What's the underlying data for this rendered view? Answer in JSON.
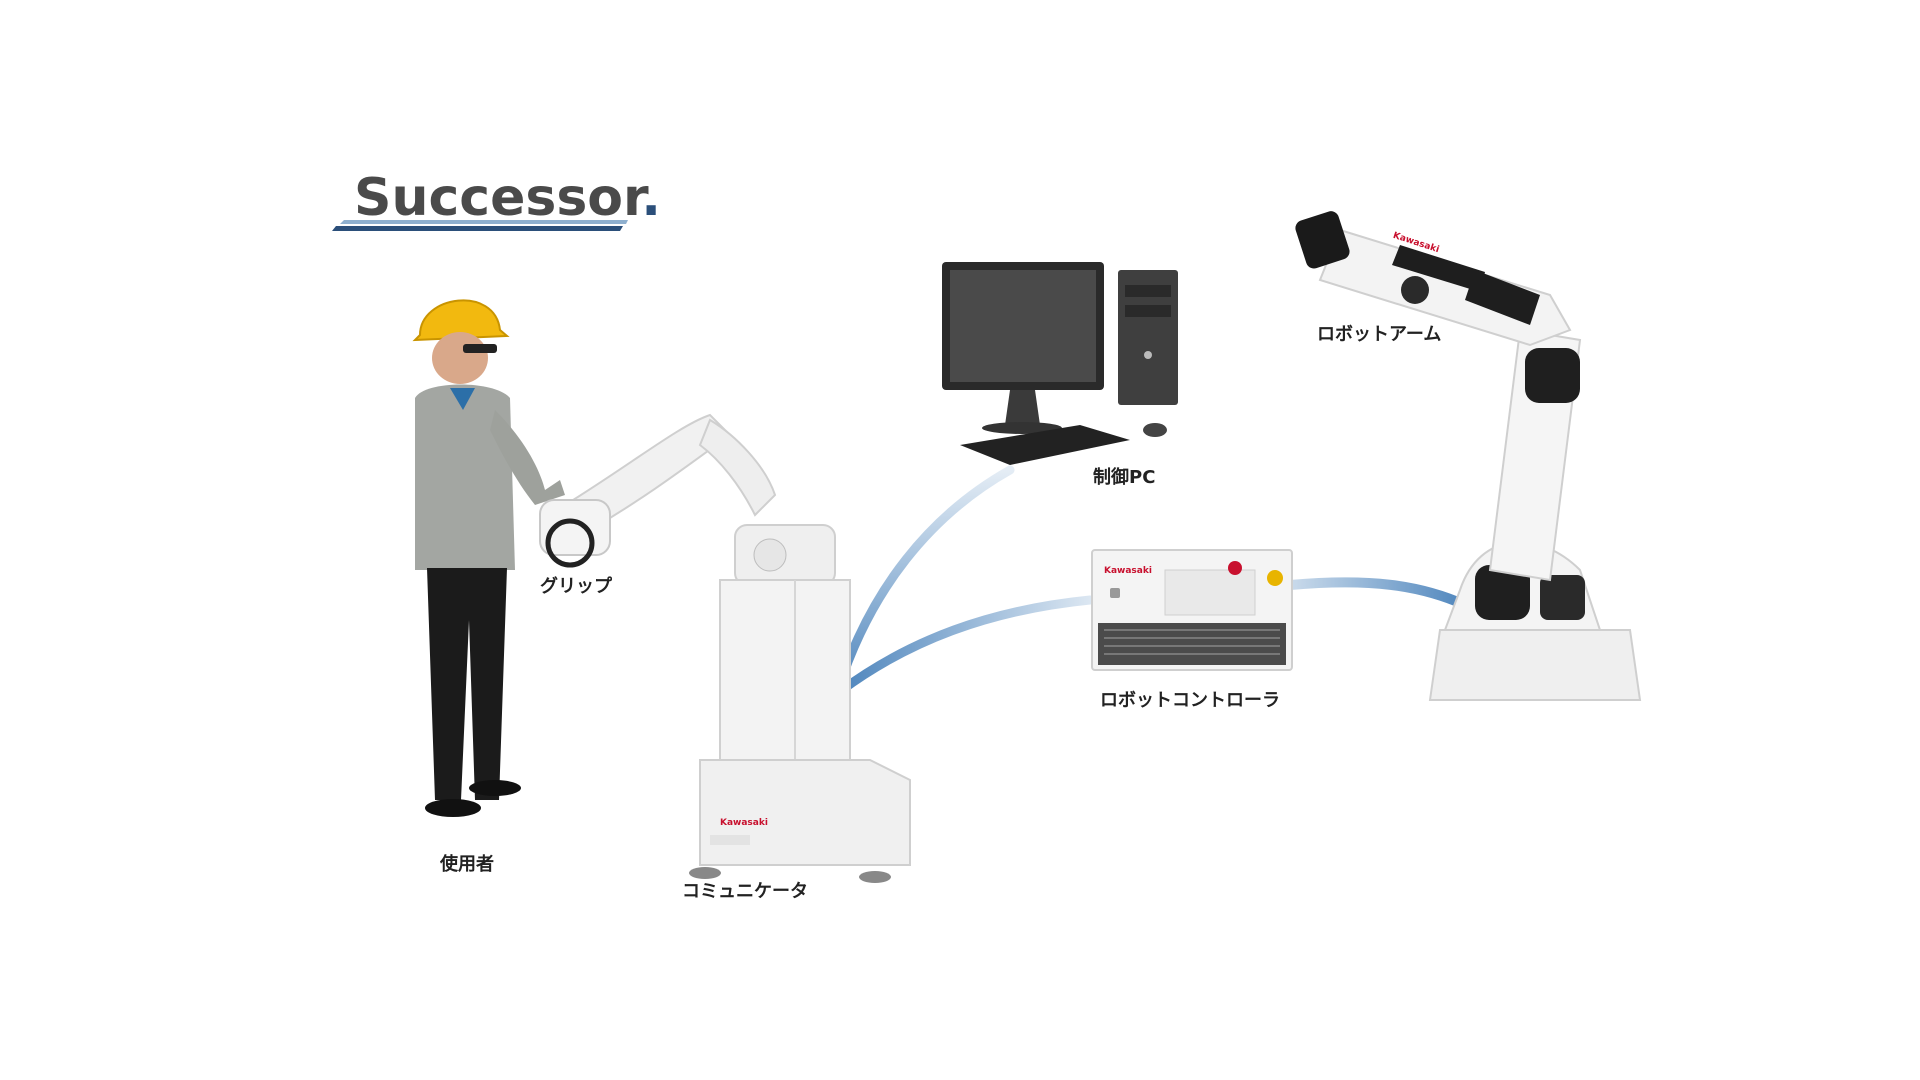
{
  "logo": {
    "text": "Successor",
    "dot": "."
  },
  "labels": {
    "user": "使用者",
    "grip": "グリップ",
    "communicator": "コミュニケータ",
    "control_pc": "制御PC",
    "robot_controller": "ロボットコントローラ",
    "robot_arm": "ロボットアーム"
  },
  "brand_marks": {
    "communicator_brand": "Kawasaki",
    "controller_brand": "Kawasaki",
    "arm_brand": "Kawasaki"
  },
  "colors": {
    "connector": "#6f9fcc",
    "logo_bar": "#2b4f7a",
    "hardhat": "#f2b90f",
    "kawasaki_red": "#c8102e"
  }
}
